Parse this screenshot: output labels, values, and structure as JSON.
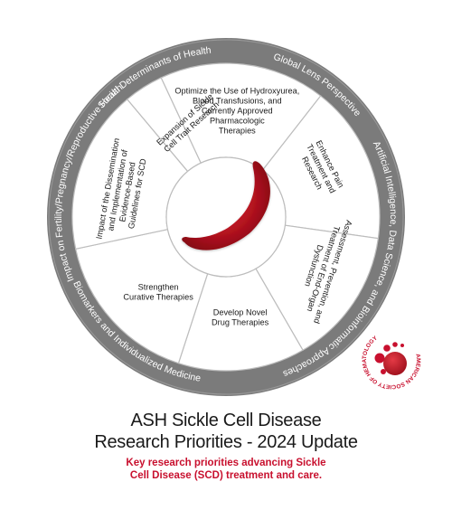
{
  "wheel": {
    "outer_ring": [
      "Social Determinants of Health",
      "Global Lens Perspective",
      "Artificial Intelligence, Data Science, and Bioinformatic Approaches",
      "Biomarkers and Individualized Medicine",
      "Impact on Fertility/Pregnancy/Reproductive Health"
    ],
    "segments": [
      {
        "lines": [
          "Optimize the Use of Hydroxyurea,",
          "Blood Transfusions, and",
          "Currently Approved",
          "Pharmacologic",
          "Therapies"
        ]
      },
      {
        "lines": [
          "Enhance Pain",
          "Treatment and",
          "Research"
        ]
      },
      {
        "lines": [
          "Assessment, Prevention, and",
          "Treatment of End-Organ",
          "Dysfunction"
        ]
      },
      {
        "lines": [
          "Develop Novel",
          "Drug Therapies"
        ]
      },
      {
        "lines": [
          "Strengthen",
          "Curative Therapies"
        ]
      },
      {
        "lines": [
          "Impact of the Dissemination",
          "and Implementation of",
          "Evidence-Based",
          "Guidelines for SCD"
        ]
      },
      {
        "lines": [
          "Expansion of Sickle",
          "Cell Trait Research"
        ]
      }
    ],
    "center_icon": "sickle-cell-icon"
  },
  "logo": {
    "text": "AMERICAN SOCIETY OF HEMATOLOGY",
    "color": "#c8102e"
  },
  "title": {
    "line1": "ASH Sickle Cell Disease",
    "line2": "Research Priorities - 2024 Update"
  },
  "subtitle": {
    "line1": "Key research priorities advancing Sickle",
    "line2": "Cell Disease (SCD) treatment and care."
  },
  "colors": {
    "ring": "#7b7b7b",
    "segment_fill": "#ffffff",
    "divider": "#bdbdbd",
    "accent": "#c8102e"
  }
}
